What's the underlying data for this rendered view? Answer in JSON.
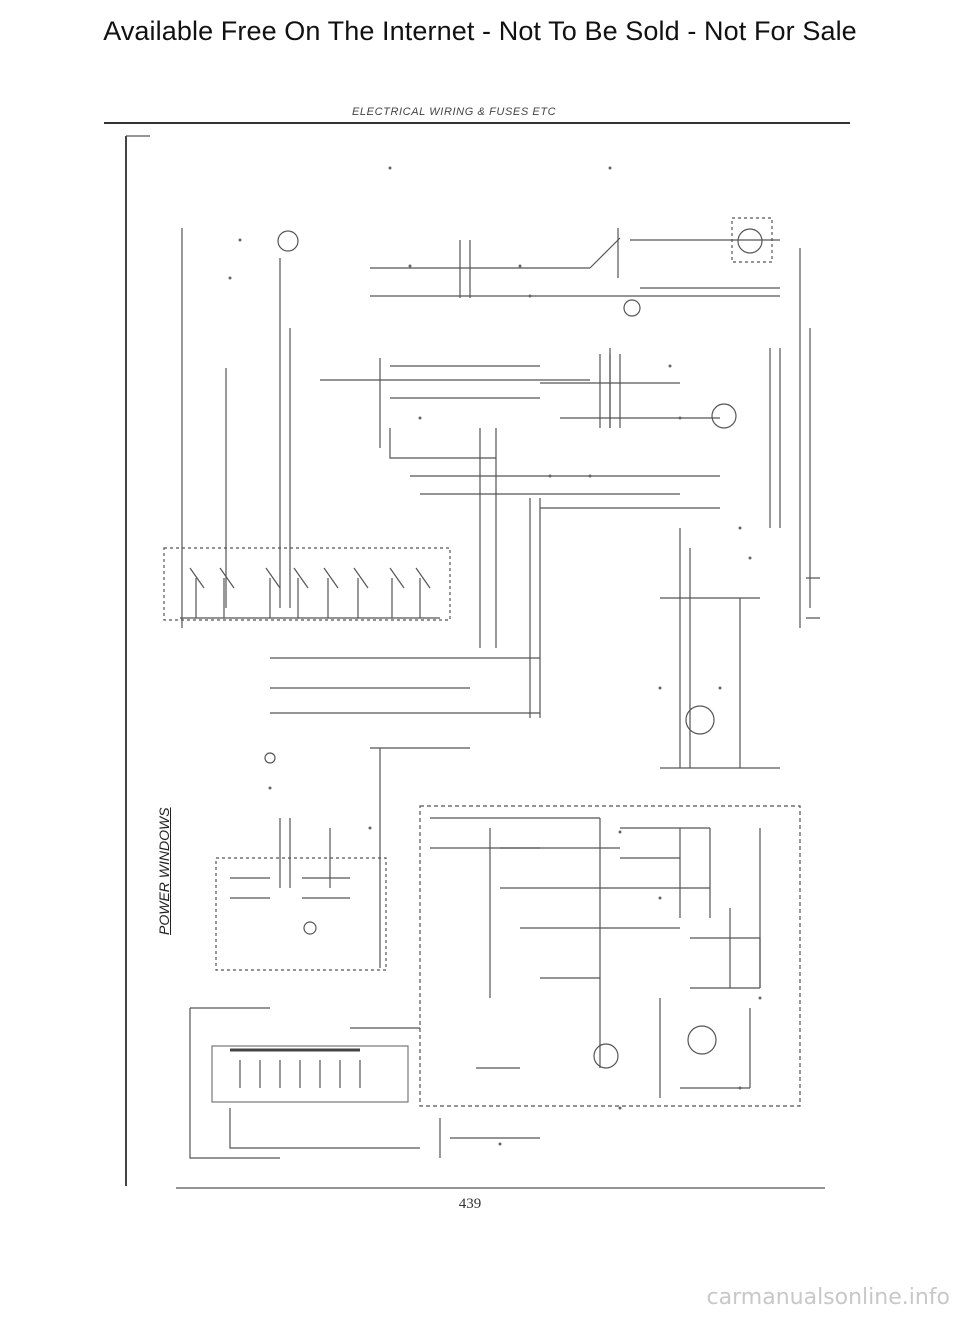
{
  "banner": "Available Free On The Internet - Not To Be Sold - Not For Sale",
  "heading": "ELECTRICAL WIRING & FUSES ETC",
  "side_title": "POWER WINDOWS",
  "page_number": "439",
  "footer": "carmanualsonline.info"
}
